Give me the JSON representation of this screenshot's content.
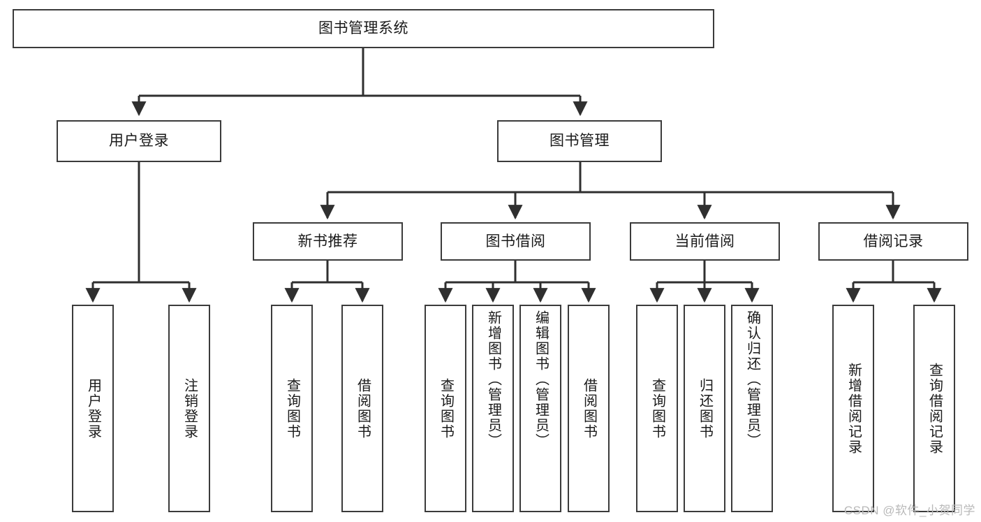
{
  "diagram": {
    "title": "图书管理系统",
    "type": "tree-structure-chart",
    "watermark": "CSDN @软件_小贺同学",
    "colors": {
      "node_border": "#3b3b3b",
      "node_fill": "#ffffff",
      "edge": "#2f2f2f",
      "text": "#1a1a1a",
      "watermark": "#b9b9b9"
    },
    "nodes": {
      "root": {
        "label": "图书管理系统"
      },
      "level2": [
        {
          "id": "user-login",
          "label": "用户登录"
        },
        {
          "id": "book-manage",
          "label": "图书管理"
        }
      ],
      "level3": [
        {
          "id": "new-book-rec",
          "label": "新书推荐"
        },
        {
          "id": "book-borrow",
          "label": "图书借阅"
        },
        {
          "id": "current-borrow",
          "label": "当前借阅"
        },
        {
          "id": "borrow-record",
          "label": "借阅记录"
        }
      ],
      "leaves": {
        "user_login": [
          {
            "id": "leaf-user-login",
            "label": "用户登录"
          },
          {
            "id": "leaf-logout",
            "label": "注销登录"
          }
        ],
        "new_book_rec": [
          {
            "id": "leaf-query-book-1",
            "label": "查询图书"
          },
          {
            "id": "leaf-borrow-book-1",
            "label": "借阅图书"
          }
        ],
        "book_borrow": [
          {
            "id": "leaf-query-book-2",
            "label": "查询图书"
          },
          {
            "id": "leaf-add-book",
            "label": "新增图书（管理员）"
          },
          {
            "id": "leaf-edit-book",
            "label": "编辑图书（管理员）"
          },
          {
            "id": "leaf-borrow-book-2",
            "label": "借阅图书"
          }
        ],
        "current_borrow": [
          {
            "id": "leaf-query-book-3",
            "label": "查询图书"
          },
          {
            "id": "leaf-return-book",
            "label": "归还图书"
          },
          {
            "id": "leaf-confirm-return",
            "label": "确认归还（管理员）"
          }
        ],
        "borrow_record": [
          {
            "id": "leaf-add-record",
            "label": "新增借阅记录"
          },
          {
            "id": "leaf-query-record",
            "label": "查询借阅记录"
          }
        ]
      }
    }
  }
}
